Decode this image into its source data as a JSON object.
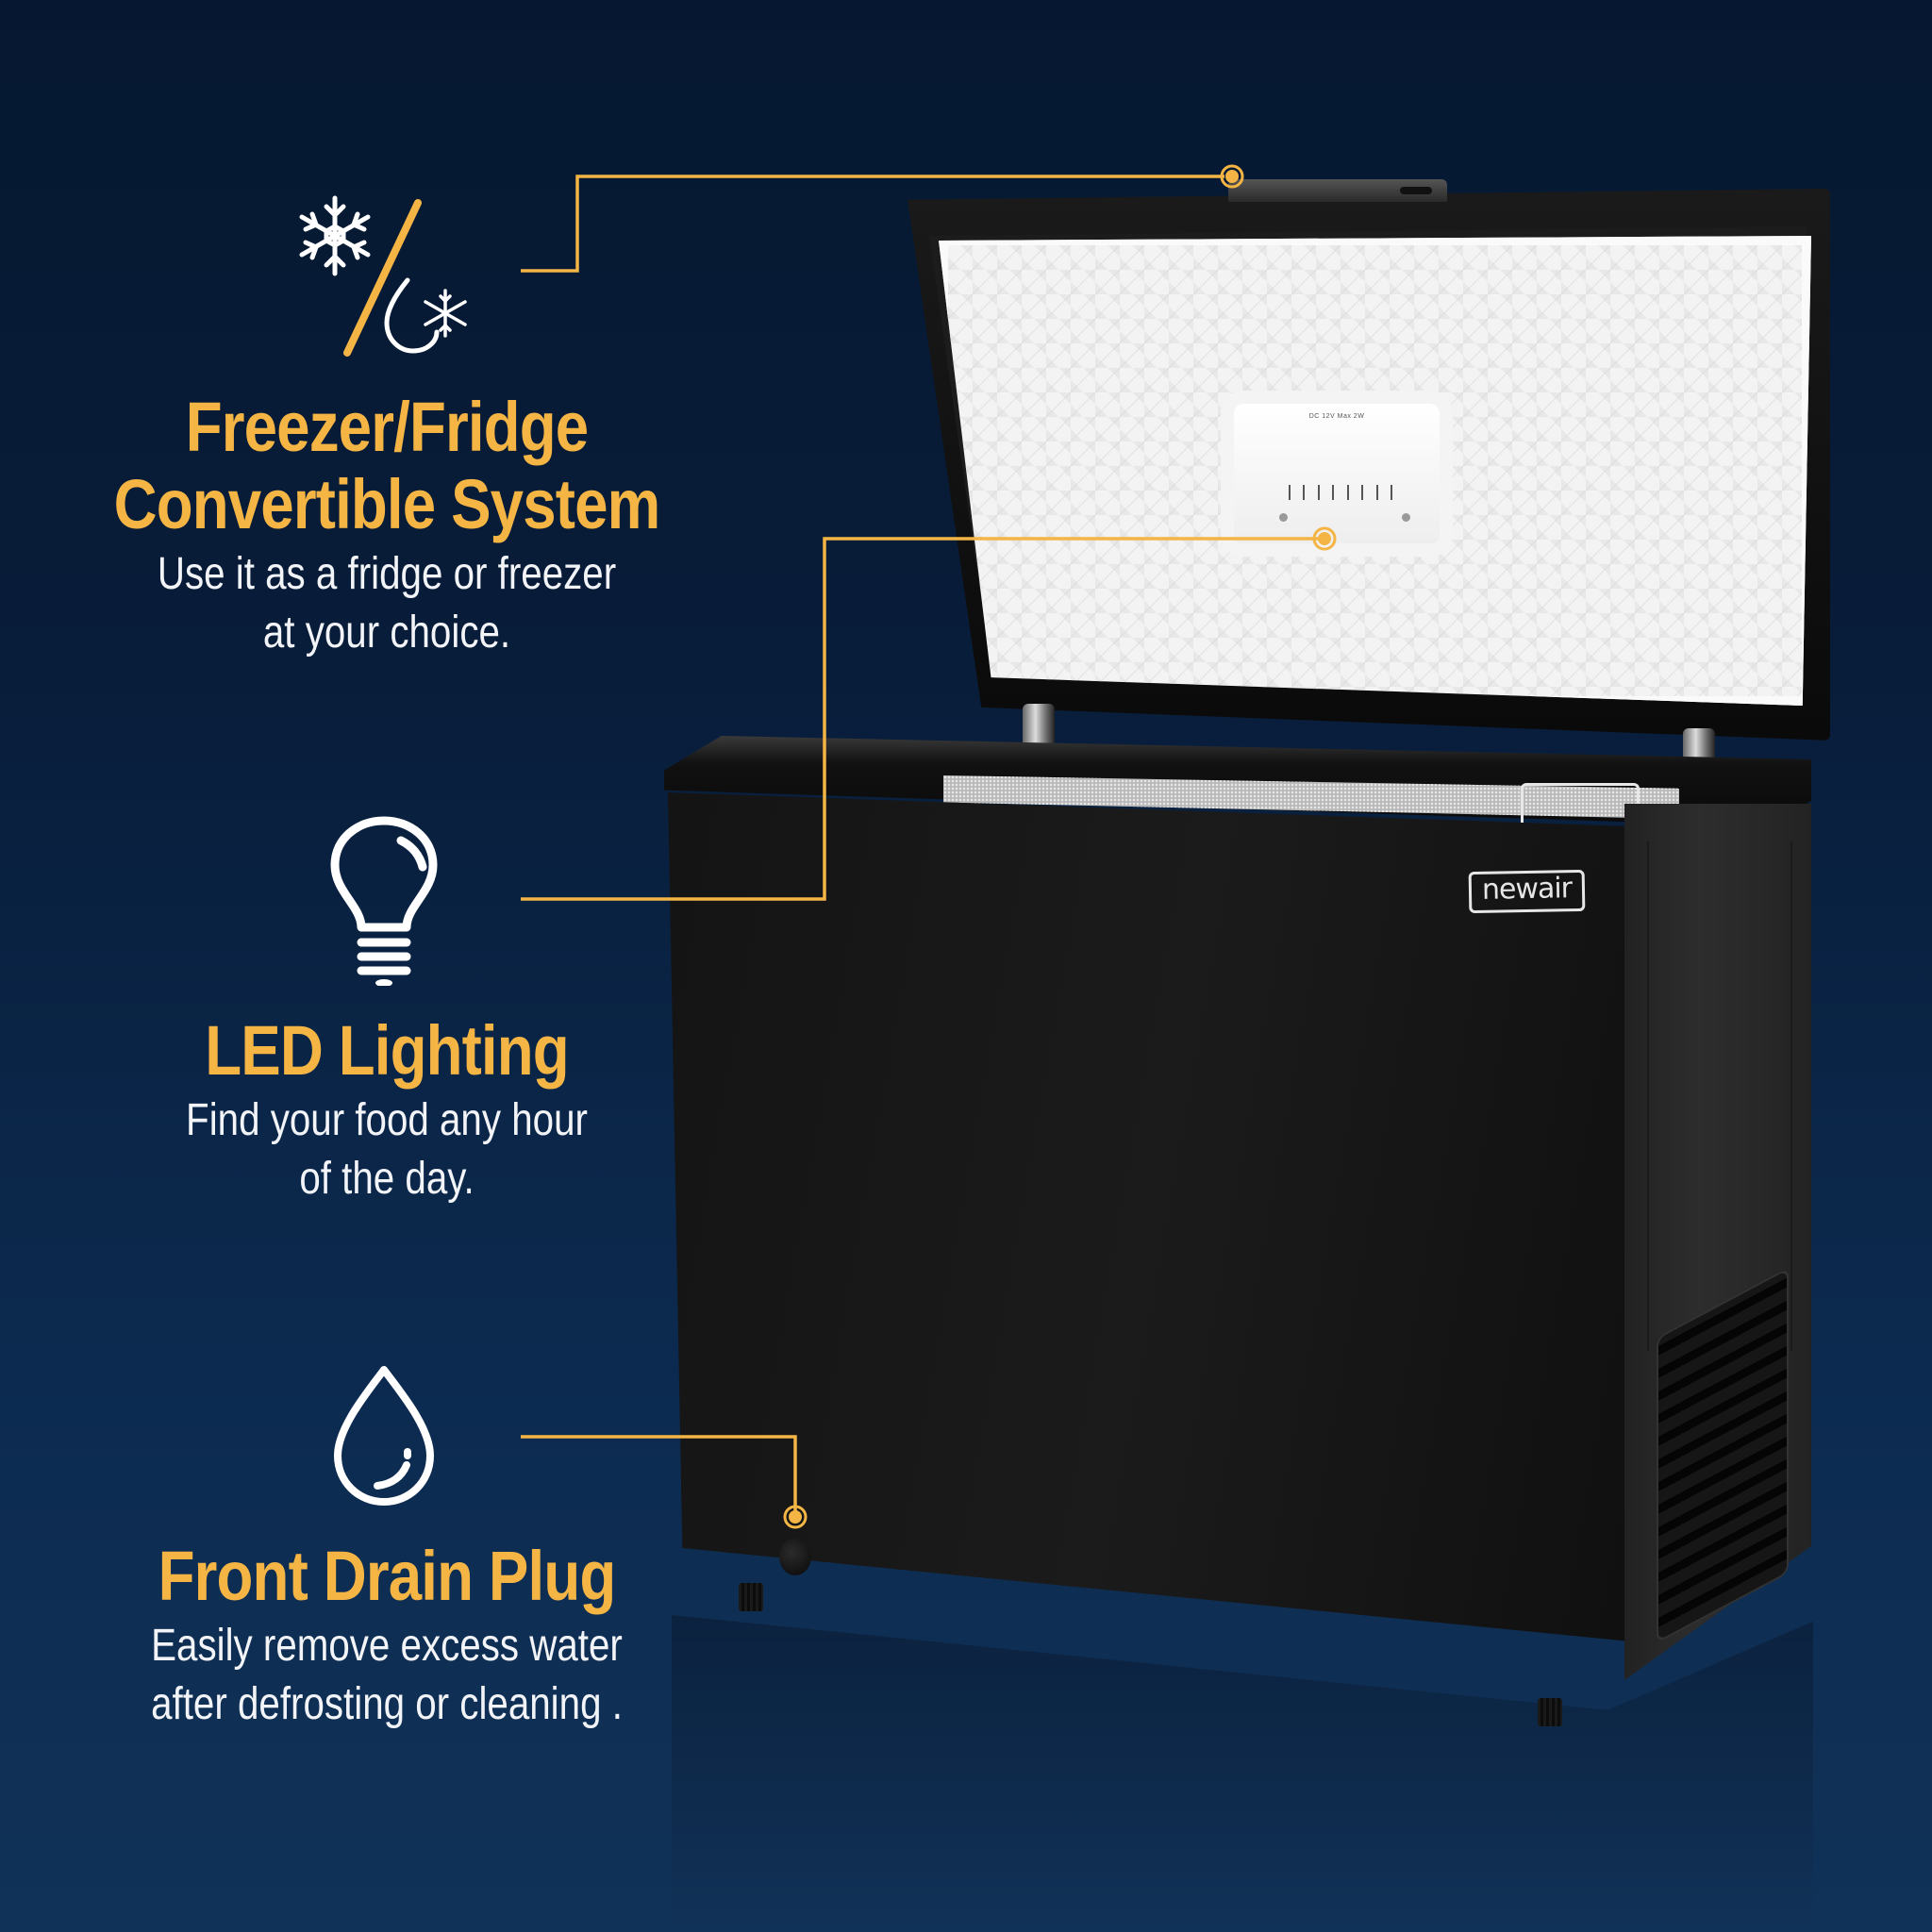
{
  "colors": {
    "background_top": "#061831",
    "background_bottom": "#113258",
    "accent": "#f4b545",
    "text": "#f2f4f8"
  },
  "features": [
    {
      "icon": "snowflake-slash-droplet-icon",
      "title_line1": "Freezer/Fridge",
      "title_line2": "Convertible System",
      "desc_line1": "Use it as a fridge or freezer",
      "desc_line2": "at your choice."
    },
    {
      "icon": "light-bulb-icon",
      "title_line1": "LED Lighting",
      "desc_line1": "Find your food any hour",
      "desc_line2": "of the day."
    },
    {
      "icon": "water-drop-icon",
      "title_line1": "Front Drain Plug",
      "desc_line1": "Easily remove excess water",
      "desc_line2": "after defrosting or cleaning ."
    }
  ],
  "product": {
    "brand": "newair",
    "light_label": "DC 12V Max 2W"
  }
}
